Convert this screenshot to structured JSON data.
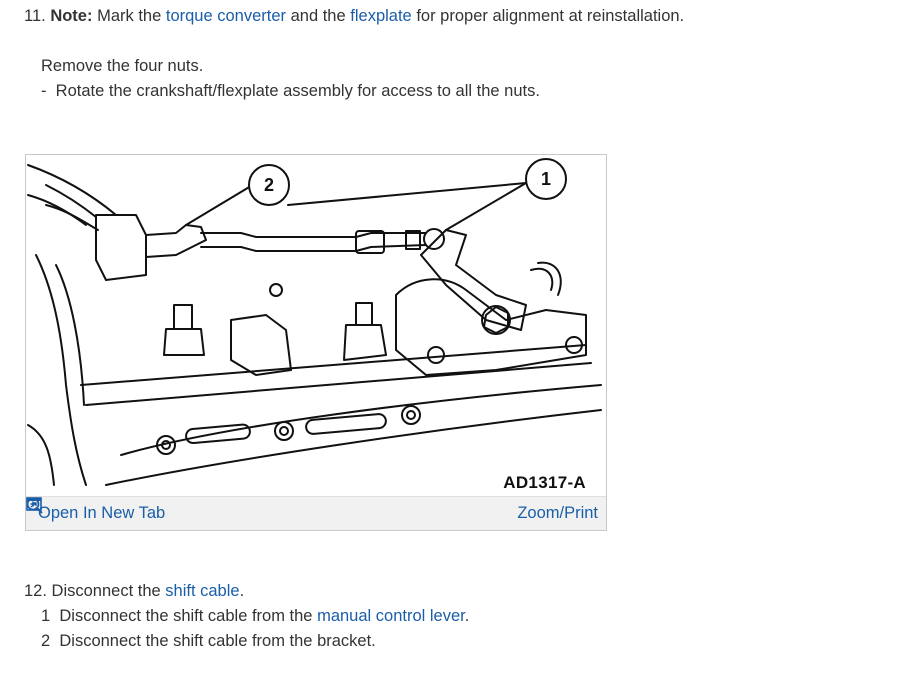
{
  "step11": {
    "number": "11.",
    "note_label": "Note:",
    "text_before": "Mark the",
    "link1": "torque converter",
    "text_middle": "and the",
    "link2": "flexplate",
    "text_after": "for proper alignment at reinstallation."
  },
  "instructions": {
    "line1": "Remove the four nuts.",
    "line2_dash": "-",
    "line2_text": "Rotate the crankshaft/flexplate assembly for access to all the nuts."
  },
  "figure": {
    "callout1": "1",
    "callout2": "2",
    "code": "AD1317-A",
    "open_tab": "Open In New Tab",
    "zoom": "Zoom/Print",
    "open_icon": "external-tab-icon",
    "zoom_icon": "magnifier-plus-icon"
  },
  "step12": {
    "number": "12.",
    "text_before": "Disconnect the",
    "link": "shift cable",
    "text_after": ".",
    "sub1_num": "1",
    "sub1_text": "Disconnect the shift cable from the",
    "sub1_link": "manual control lever",
    "sub1_end": ".",
    "sub2_num": "2",
    "sub2_text": "Disconnect the shift cable from the bracket."
  }
}
